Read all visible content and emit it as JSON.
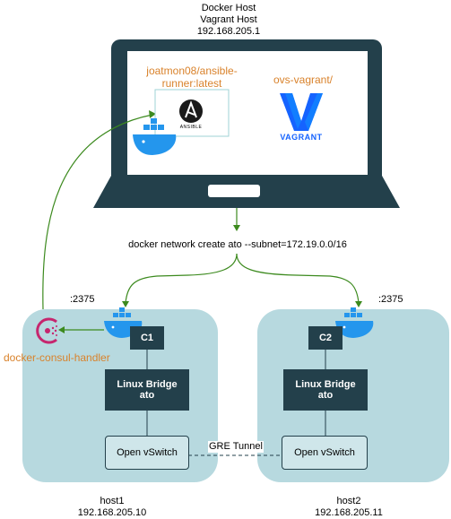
{
  "top": {
    "line1": "Docker Host",
    "line2": "Vagrant Host",
    "line3": "192.168.205.1"
  },
  "laptop": {
    "ansible_image_line1": "joatmon08/ansible-",
    "ansible_image_line2": "runner:latest",
    "ansible_logo_text": "ANSIBLE",
    "ansible_logo_letter": "A",
    "ovs_label": "ovs-vagrant/",
    "vagrant_logo_text": "VAGRANT"
  },
  "network_command": "docker network create ato --subnet=172.19.0.0/16",
  "consul_label": "docker-consul-handler",
  "gre_label": "GRE Tunnel",
  "host1": {
    "port": ":2375",
    "container": "C1",
    "bridge_line1": "Linux Bridge",
    "bridge_line2": "ato",
    "switch": "Open vSwitch",
    "name": "host1",
    "ip": "192.168.205.10"
  },
  "host2": {
    "port": ":2375",
    "container": "C2",
    "bridge_line1": "Linux Bridge",
    "bridge_line2": "ato",
    "switch": "Open vSwitch",
    "name": "host2",
    "ip": "192.168.205.11"
  },
  "colors": {
    "laptop": "#23404b",
    "host_background": "#b7d9df",
    "arrow_green": "#3c8a1e",
    "label_orange": "#d9822b",
    "docker_blue": "#2496ed",
    "consul_purple": "#c6266e"
  }
}
